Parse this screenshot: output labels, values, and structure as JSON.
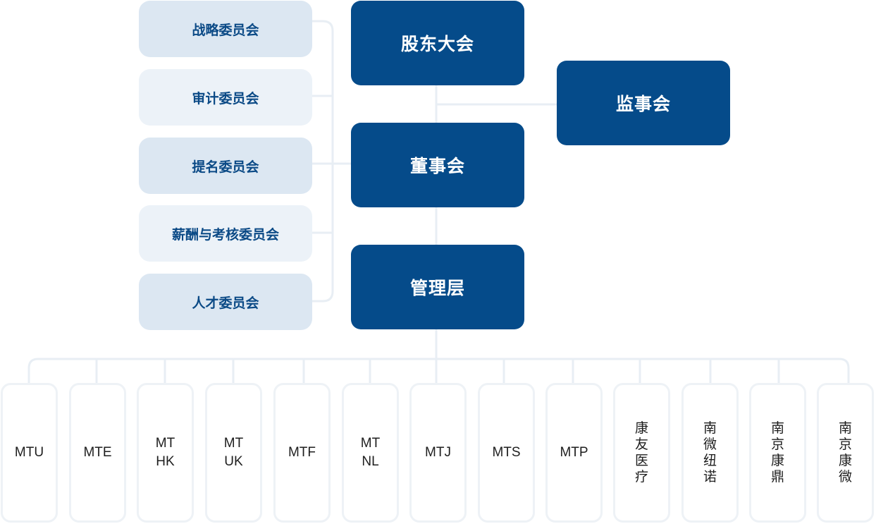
{
  "top": {
    "shareholders": "股东大会",
    "supervisory_board": "监事会",
    "board": "董事会",
    "management": "管理层"
  },
  "committees": [
    "战略委员会",
    "审计委员会",
    "提名委员会",
    "薪酬与考核委员会",
    "人才委员会"
  ],
  "subsidiaries": [
    "MTU",
    "MTE",
    "MT\nHK",
    "MT\nUK",
    "MTF",
    "MT\nNL",
    "MTJ",
    "MTS",
    "MTP",
    "康\n友\n医\n疗",
    "南\n微\n纽\n诺",
    "南\n京\n康\n鼎",
    "南\n京\n康\n微"
  ],
  "colors": {
    "primary": "#054b8a",
    "committee_dark": "#dce7f2",
    "committee_light": "#ecf2f8",
    "connector": "#e8eef4"
  }
}
